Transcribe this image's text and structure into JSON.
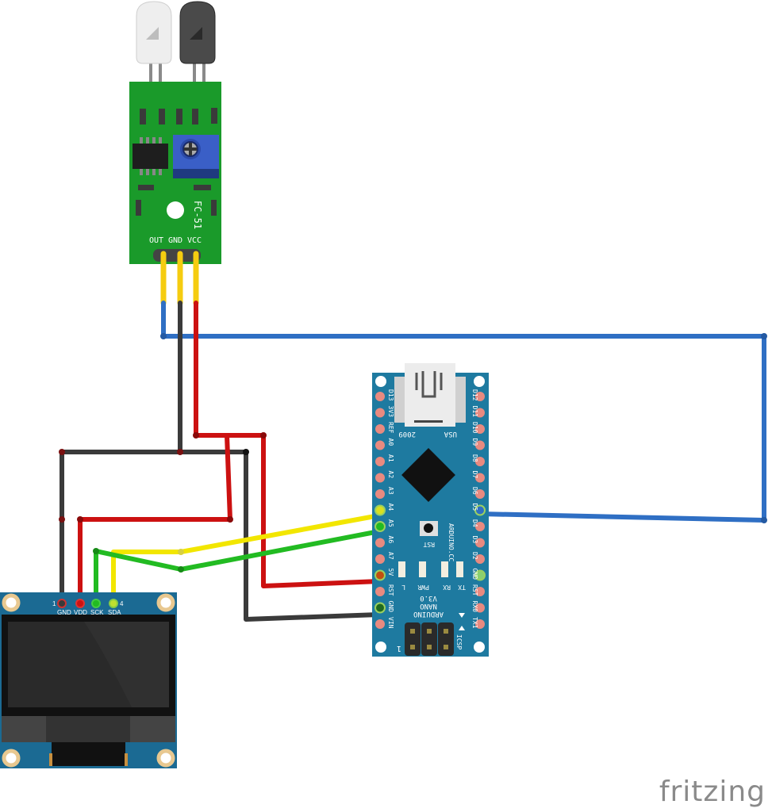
{
  "app": {
    "brand": "fritzing"
  },
  "colors": {
    "wire_blue": "#2f6fc4",
    "wire_black": "#3a3a3a",
    "wire_red": "#cc1111",
    "wire_yellow": "#f2e600",
    "wire_green": "#22bb22",
    "sensor_pcb": "#1a9a2a",
    "nano_pcb": "#1e7aa0",
    "oled_pcb": "#1b6a93",
    "pin_pad": "#e88a80"
  },
  "ir_sensor": {
    "model_label": "FC-51",
    "pins": [
      "OUT",
      "GND",
      "VCC"
    ]
  },
  "arduino_nano": {
    "left_pins": [
      "D13",
      "3V3",
      "REF",
      "A0",
      "A1",
      "A2",
      "A3",
      "A4",
      "A5",
      "A6",
      "A7",
      "5V",
      "RST",
      "GND",
      "VIN"
    ],
    "right_pins": [
      "D12",
      "D11",
      "D10",
      "D9",
      "D8",
      "D7",
      "D6",
      "D5",
      "D4",
      "D3",
      "D2",
      "GND",
      "RST",
      "RX0",
      "TX1"
    ],
    "usb_labels": [
      "2009",
      "USA"
    ],
    "led_labels": [
      "L",
      "PWR",
      "RX",
      "TX"
    ],
    "reset_label": "RST",
    "site_label": "ARDUINO.CC",
    "board_name": [
      "ARDUINO",
      "NANO",
      "V3.0"
    ],
    "icsp_label": "ICSP",
    "icsp_pin1": "1"
  },
  "oled": {
    "pins": [
      "GND",
      "VDD",
      "SCK",
      "SDA"
    ],
    "pin_first": "1",
    "pin_last": "4"
  },
  "connections": [
    {
      "from": "FC-51 OUT",
      "to": "Nano D5",
      "color": "blue"
    },
    {
      "from": "FC-51 GND",
      "to": "Nano GND / OLED GND",
      "color": "black"
    },
    {
      "from": "FC-51 VCC",
      "to": "Nano 5V / OLED VDD",
      "color": "red"
    },
    {
      "from": "OLED SDA",
      "to": "Nano A4",
      "color": "yellow"
    },
    {
      "from": "OLED SCK",
      "to": "Nano A5",
      "color": "green"
    }
  ]
}
